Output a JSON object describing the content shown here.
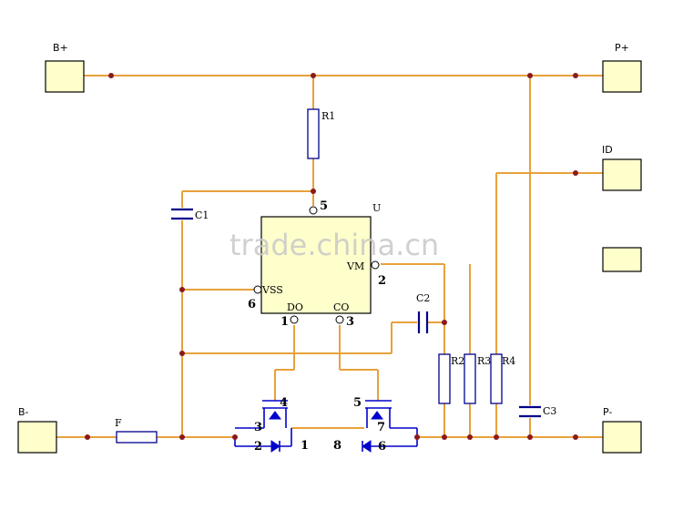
{
  "terminals": {
    "b_plus": "B+",
    "p_plus": "P+",
    "id": "ID",
    "b_minus": "B-",
    "p_minus": "P-"
  },
  "components": {
    "r1": "R1",
    "r2": "R2",
    "r3": "R3",
    "r4": "R4",
    "c1": "C1",
    "c2": "C2",
    "c3": "C3",
    "fuse": "F",
    "ic": "U"
  },
  "ic_pins": {
    "vm": "VM",
    "vss": "VSS",
    "do": "DO",
    "co": "CO",
    "pin5": "5",
    "pin2": "2",
    "pin6": "6",
    "pin1": "1",
    "pin3": "3"
  },
  "mosfet_pins": {
    "q1_gate": "4",
    "q1_drain": "3",
    "q1_source": "2",
    "q1_mid": "1",
    "q2_gate": "5",
    "q2_drain": "7",
    "q2_source": "6",
    "q2_mid": "8"
  },
  "watermark": "trade.china.cn",
  "colors": {
    "wire": "#e8a13a",
    "pad": "#ffffcc",
    "component": "#00008b",
    "junction": "#8b1a1a"
  }
}
